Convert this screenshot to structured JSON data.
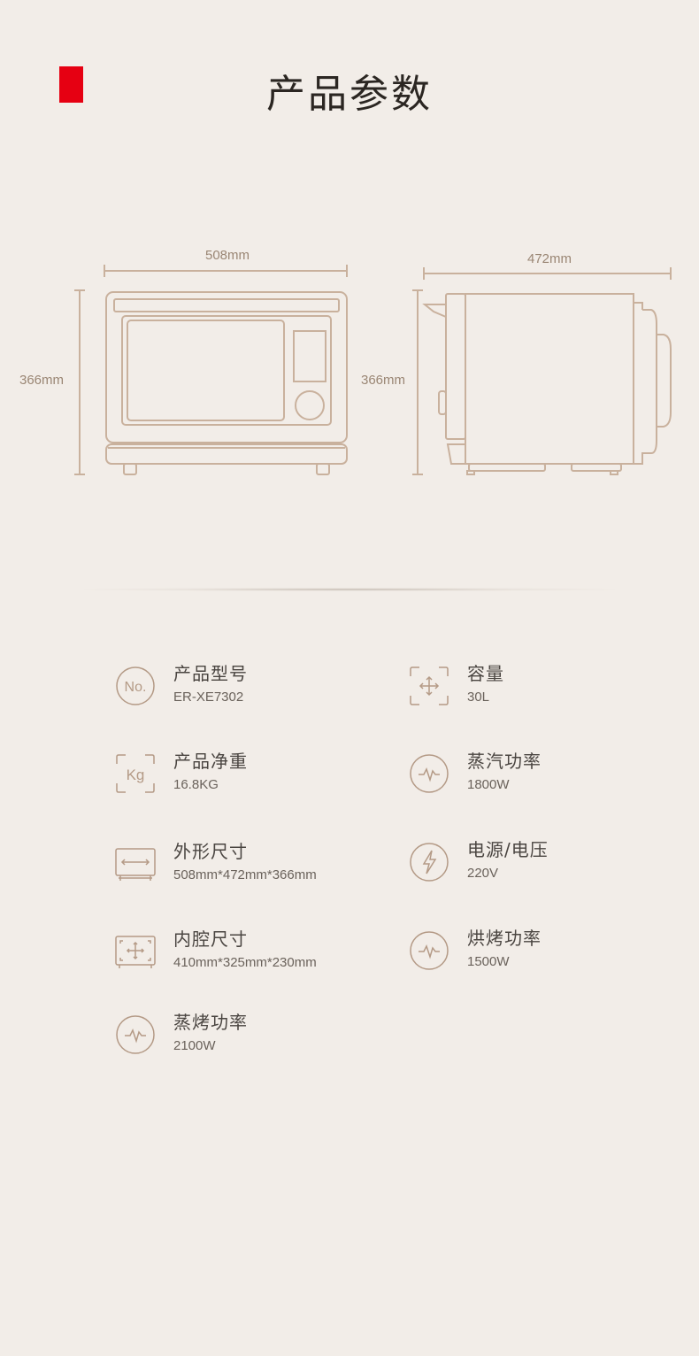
{
  "header": {
    "title": "产品参数"
  },
  "colors": {
    "accent": "#e60012",
    "line": "#c9b19d",
    "text": "#4a4541",
    "dim_text": "#9a8674"
  },
  "dimensions": {
    "front_width": "508mm",
    "front_height": "366mm",
    "side_depth": "472mm",
    "side_height": "366mm"
  },
  "specs": [
    {
      "icon": "model-number-icon",
      "label": "产品型号",
      "value": "ER-XE7302"
    },
    {
      "icon": "capacity-icon",
      "label": "容量",
      "value": "30L"
    },
    {
      "icon": "weight-icon",
      "label": "产品净重",
      "value": "16.8KG"
    },
    {
      "icon": "power-wave-icon",
      "label": "蒸汽功率",
      "value": "1800W"
    },
    {
      "icon": "outer-dimension-icon",
      "label": "外形尺寸",
      "value": "508mm*472mm*366mm"
    },
    {
      "icon": "lightning-icon",
      "label": "电源/电压",
      "value": "220V"
    },
    {
      "icon": "inner-cavity-icon",
      "label": "内腔尺寸",
      "value": "410mm*325mm*230mm"
    },
    {
      "icon": "power-wave-icon",
      "label": "烘烤功率",
      "value": "1500W"
    },
    {
      "icon": "power-wave-icon",
      "label": "蒸烤功率",
      "value": "2100W"
    }
  ]
}
